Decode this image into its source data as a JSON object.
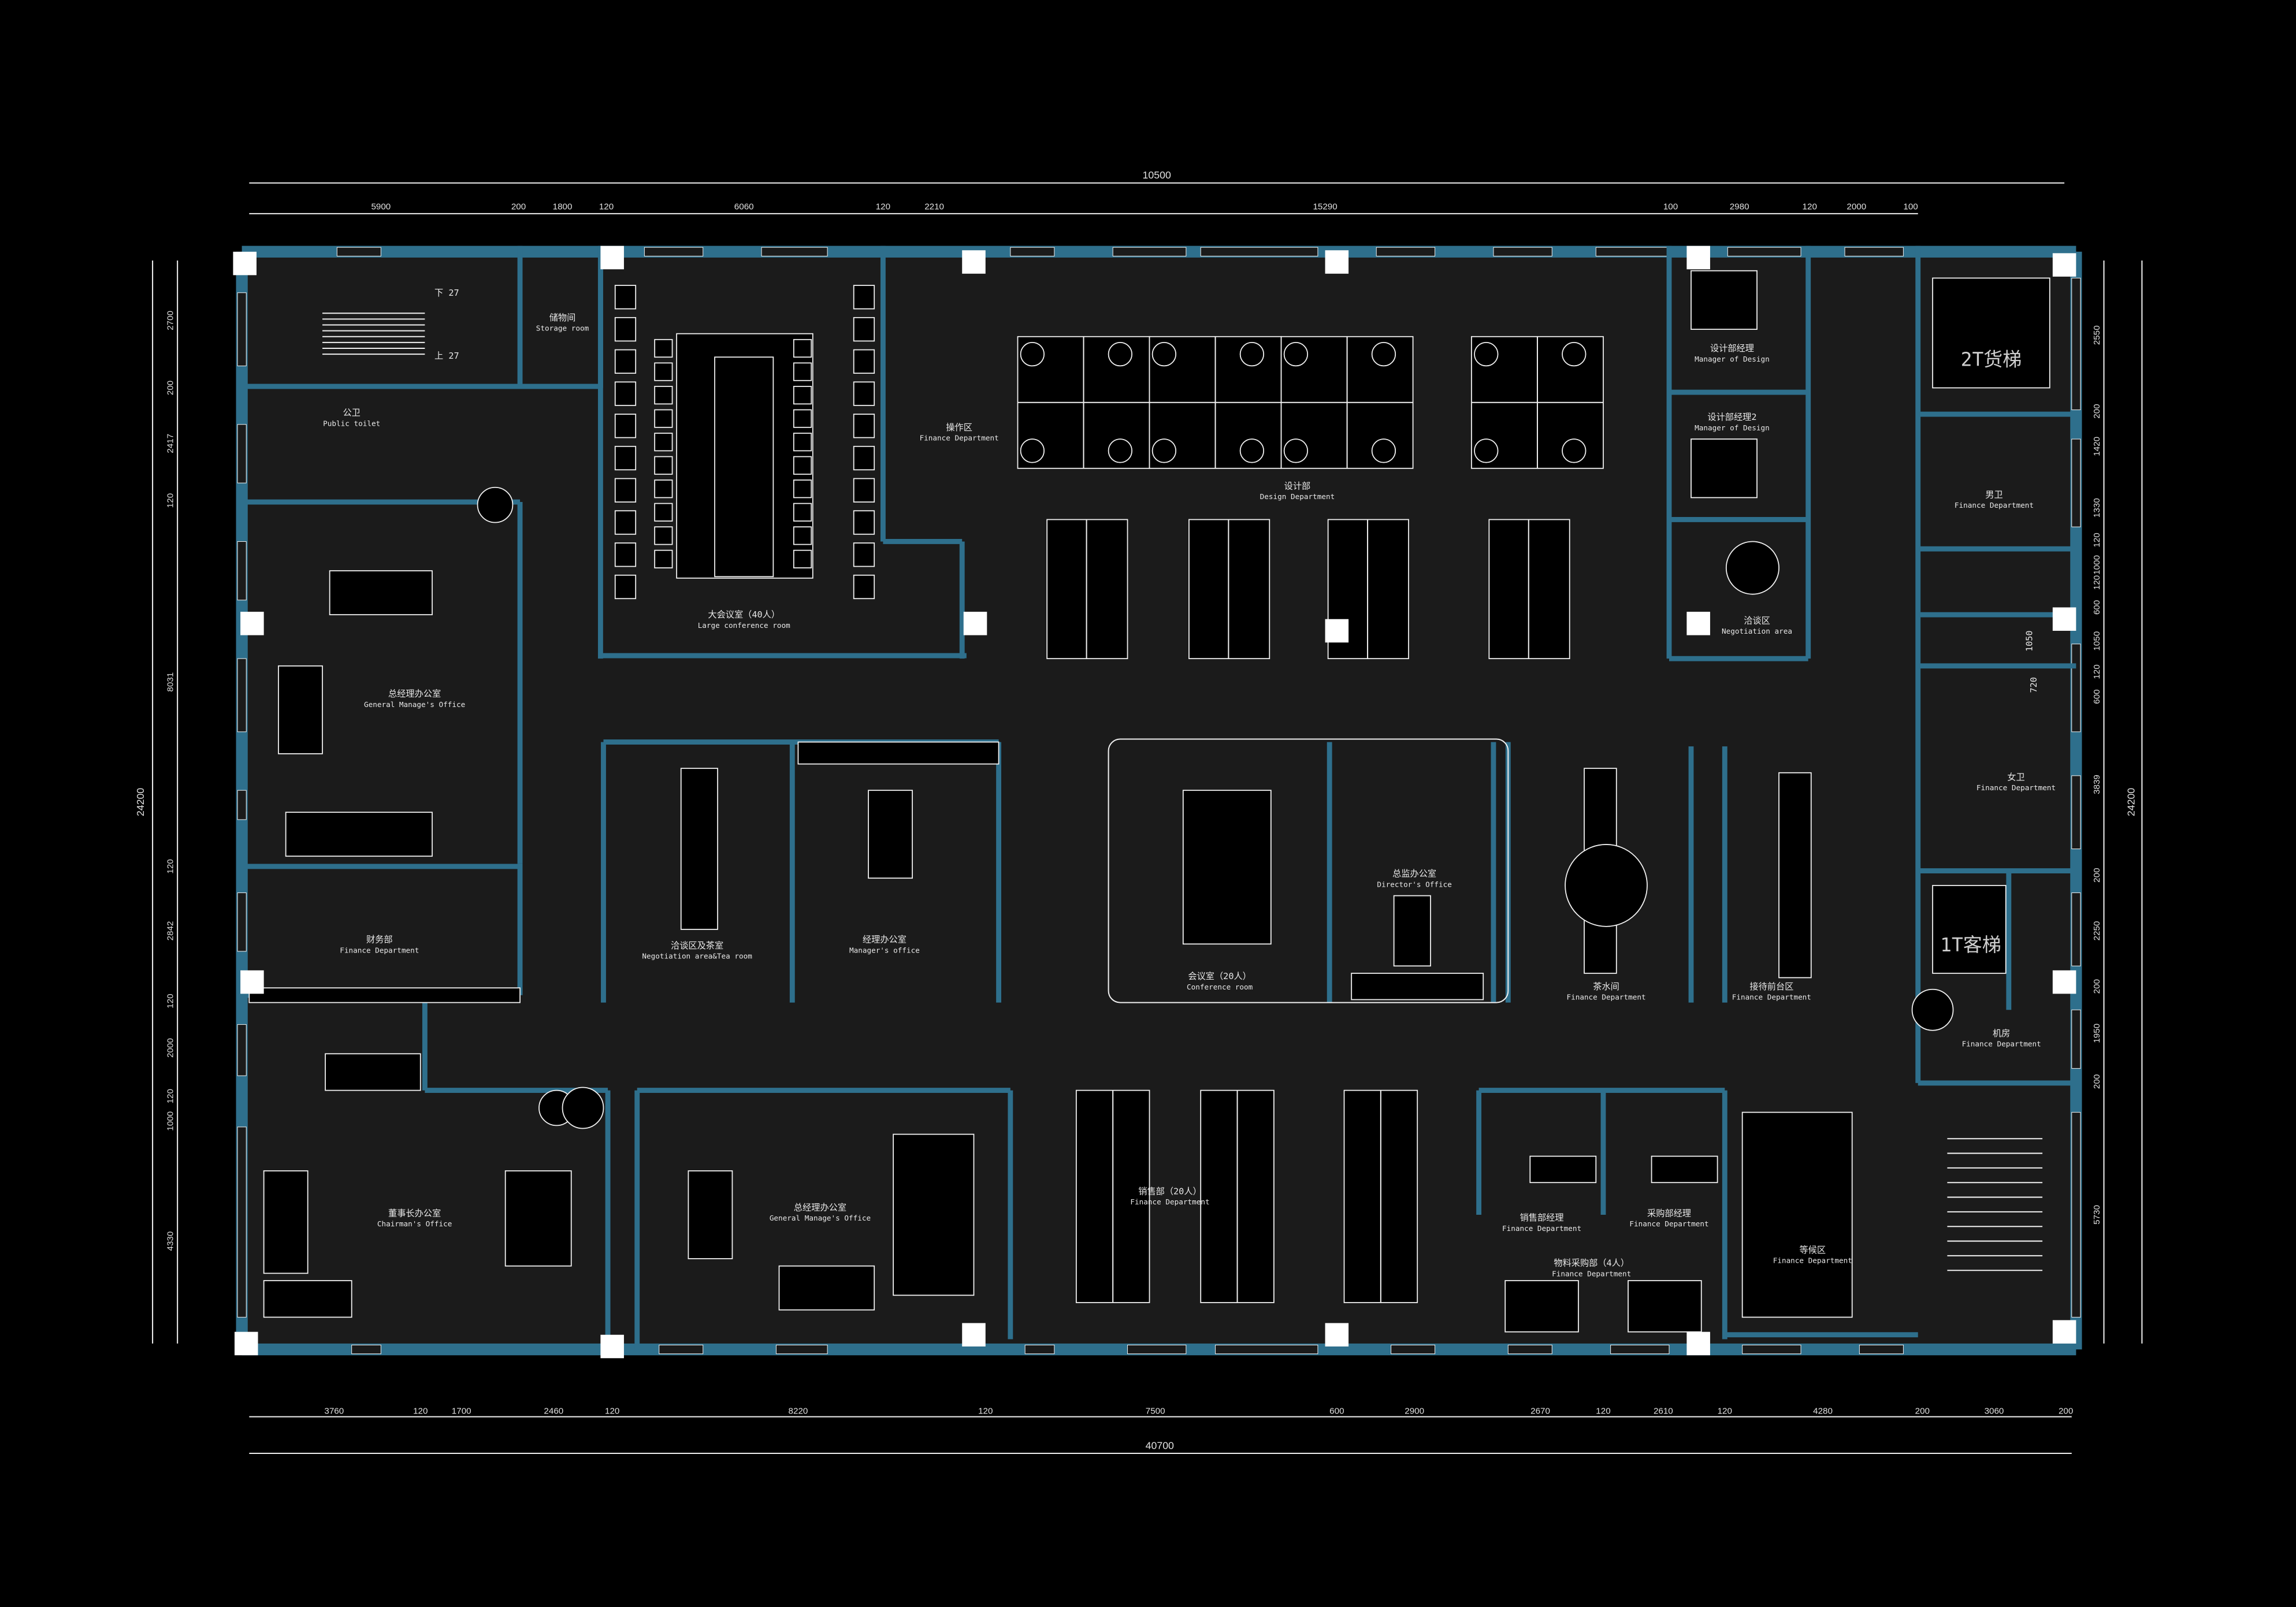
{
  "plan": {
    "colors": {
      "background": "#000000",
      "floor": "#1b1b1b",
      "wall": "#2e6f8c",
      "line": "#f0f0f0",
      "column": "#ffffff"
    },
    "stairs": {
      "down": "下 27",
      "up": "上 27"
    },
    "elevators": {
      "freight": "2T货梯",
      "passenger": "1T客梯"
    },
    "rooms": [
      {
        "cn": "储物间",
        "en": "Storage room"
      },
      {
        "cn": "公卫",
        "en": "Public toilet"
      },
      {
        "cn": "大会议室（40人）",
        "en": "Large conference room"
      },
      {
        "cn": "操作区",
        "en": "Finance Department"
      },
      {
        "cn": "设计部",
        "en": "Design Department"
      },
      {
        "cn": "设计部经理",
        "en": "Manager of Design"
      },
      {
        "cn": "设计部经理2",
        "en": "Manager of Design"
      },
      {
        "cn": "洽谈区",
        "en": "Negotiation area"
      },
      {
        "cn": "男卫",
        "en": "Finance Department"
      },
      {
        "cn": "女卫",
        "en": "Finance Department"
      },
      {
        "cn": "机房",
        "en": "Finance Department"
      },
      {
        "cn": "总经理办公室",
        "en": "General Manage's Office"
      },
      {
        "cn": "财务部",
        "en": "Finance Department"
      },
      {
        "cn": "董事长办公室",
        "en": "Chairman's Office"
      },
      {
        "cn": "总经理办公室",
        "en": "General Manage's Office"
      },
      {
        "cn": "洽谈区及茶室",
        "en": "Negotiation area&Tea room"
      },
      {
        "cn": "经理办公室",
        "en": "Manager's office"
      },
      {
        "cn": "会议室（20人）",
        "en": "Conference room"
      },
      {
        "cn": "总监办公室",
        "en": "Director's Office"
      },
      {
        "cn": "茶水间",
        "en": "Finance Department"
      },
      {
        "cn": "接待前台区",
        "en": "Finance Department"
      },
      {
        "cn": "销售部（20人）",
        "en": "Finance Department"
      },
      {
        "cn": "销售部经理",
        "en": "Finance Department"
      },
      {
        "cn": "采购部经理",
        "en": "Finance Department"
      },
      {
        "cn": "物料采购部（4人）",
        "en": "Finance Department"
      },
      {
        "cn": "等候区",
        "en": "Finance Department"
      }
    ],
    "corridor_dims": {
      "a": "1050",
      "b": "720"
    }
  },
  "dimensions": {
    "top_total": "10500",
    "top": [
      "5900",
      "200",
      "1800",
      "120",
      "6060",
      "120",
      "2210",
      "15290",
      "100",
      "2980",
      "120",
      "2000",
      "100"
    ],
    "bottom_total": "40700",
    "bottom": [
      "3760",
      "120",
      "1700",
      "2460",
      "120",
      "8220",
      "120",
      "7500",
      "600",
      "2900",
      "2670",
      "120",
      "2610",
      "120",
      "4280",
      "200",
      "3060",
      "200"
    ],
    "left_total": "24200",
    "left": [
      "2700",
      "200",
      "2417",
      "120",
      "8031",
      "120",
      "2842",
      "120",
      "2000",
      "120",
      "1000",
      "4330"
    ],
    "right_total": "24200",
    "right": [
      "2550",
      "200",
      "1420",
      "1330",
      "120",
      "1000",
      "120",
      "600",
      "1050",
      "120",
      "600",
      "3839",
      "200",
      "2250",
      "200",
      "1950",
      "200",
      "5730"
    ]
  }
}
